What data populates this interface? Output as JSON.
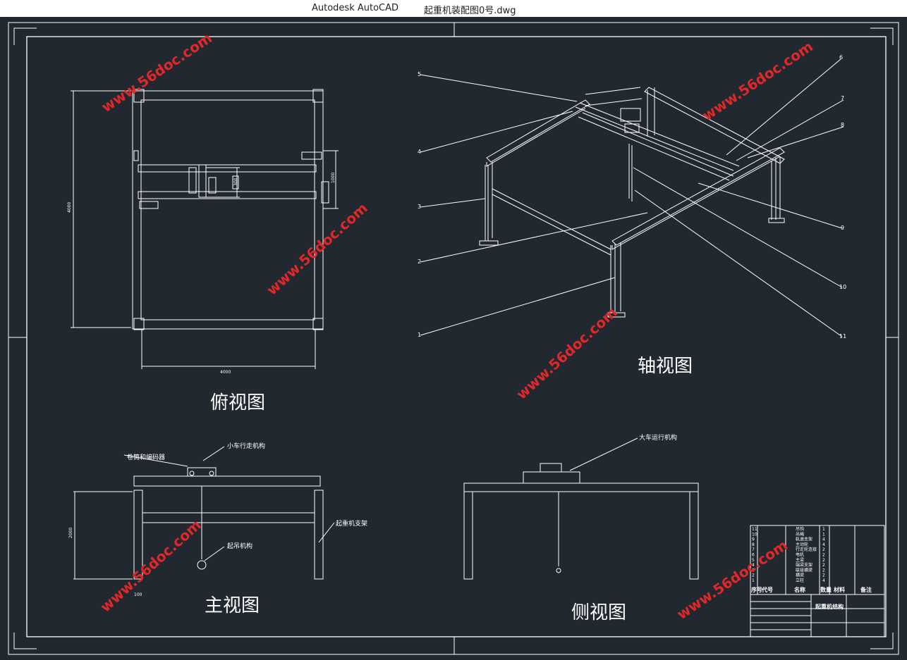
{
  "window": {
    "app_name": "Autodesk AutoCAD",
    "file_name": "起重机装配图0号.dwg"
  },
  "views": {
    "top": "俯视图",
    "iso": "轴视图",
    "front": "主视图",
    "side": "侧视图"
  },
  "dimensions": {
    "top_height": "4000",
    "top_width": "4000",
    "top_mid": "1000",
    "top_trolley": "300",
    "front_height": "2000",
    "front_small": "100"
  },
  "iso_balloons": [
    "1",
    "2",
    "3",
    "4",
    "5",
    "6",
    "7",
    "8",
    "9",
    "10",
    "11"
  ],
  "annotations": {
    "trolley_mech": "小车行走机构",
    "reel_encoder": "卷筒和编码器",
    "crane_support": "起重机支架",
    "hoist_mech": "起吊机构",
    "bridge_mech": "大车运行机构"
  },
  "bom": {
    "rows": [
      {
        "no": "11",
        "name": "吊钩",
        "qty": "1"
      },
      {
        "no": "10",
        "name": "吊绳",
        "qty": "1"
      },
      {
        "no": "9",
        "name": "轨道支架",
        "qty": "4"
      },
      {
        "no": "8",
        "name": "主动轮",
        "qty": "4"
      },
      {
        "no": "7",
        "name": "行走轮连接",
        "qty": "2"
      },
      {
        "no": "6",
        "name": "电机",
        "qty": "2"
      },
      {
        "no": "5",
        "name": "主梁",
        "qty": "2"
      },
      {
        "no": "4",
        "name": "端梁支架",
        "qty": "2"
      },
      {
        "no": "3",
        "name": "联接横梁",
        "qty": "2"
      },
      {
        "no": "2",
        "name": "横梁",
        "qty": "2"
      },
      {
        "no": "1",
        "name": "立柱",
        "qty": "4"
      }
    ],
    "headers": {
      "seq": "序号",
      "code": "代号",
      "name": "名称",
      "qty": "数量",
      "material": "材料",
      "remark": "备注"
    },
    "title_block_name": "起重机结构"
  },
  "watermark": "www.56doc.com",
  "colors": {
    "background": "#212830",
    "line": "#ffffff",
    "watermark": "#e0282a",
    "titlebar": "#ffffff"
  }
}
